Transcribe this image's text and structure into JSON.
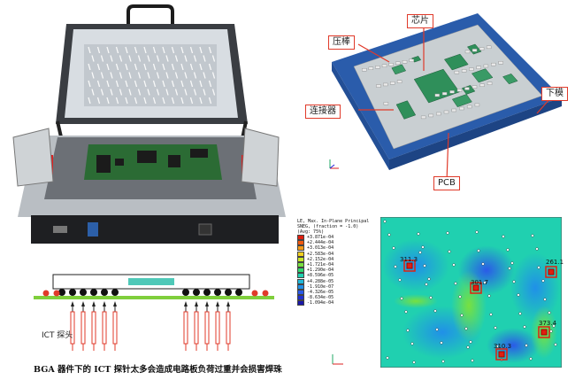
{
  "callouts": {
    "chip": "芯片",
    "press_bar": "压棒",
    "connector": "连接器",
    "lower_mold": "下模",
    "pcb": "PCB"
  },
  "probe": {
    "label": "ICT 探头"
  },
  "caption": "BGA 器件下的 ICT 探针太多会造成电路板负荷过重并会损害焊珠",
  "contour": {
    "legend_title": [
      "LE, Max. In-Plane Principal",
      "SNEG, (fraction = -1.0)",
      "(Avg: 75%)"
    ],
    "legend_values": [
      "+3.871e-04",
      "+2.444e-04",
      "+3.013e-04",
      "+2.583e-04",
      "+2.152e-04",
      "+1.721e-04",
      "+1.290e-04",
      "+8.596e-05",
      "+4.288e-05",
      "-1.910e-07",
      "-4.326e-05",
      "-8.634e-05",
      "-1.094e-04"
    ],
    "legend_colors": [
      "#e02010",
      "#f05a10",
      "#f59a18",
      "#f2d020",
      "#c8e82a",
      "#78e040",
      "#30d870",
      "#20d0b0",
      "#20b8d8",
      "#2090e8",
      "#2a5ae8",
      "#2030d0",
      "#1a18a8"
    ],
    "hotspots": [
      {
        "label": "311.3"
      },
      {
        "label": "261.1"
      },
      {
        "label": "301.7"
      },
      {
        "label": "373.4"
      },
      {
        "label": "310.3"
      }
    ]
  },
  "colors": {
    "callout_border": "#e03a2a",
    "pcb_blue": "#2a5cab",
    "board_gray": "#c9cfd2",
    "chip_green": "#2f8f5a",
    "probe_red": "#e03a2a"
  }
}
